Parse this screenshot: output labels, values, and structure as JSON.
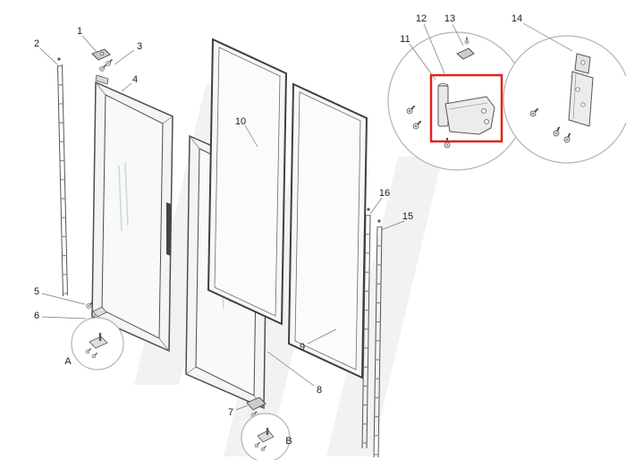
{
  "diagram": {
    "callouts": {
      "p1": "1",
      "p2": "2",
      "p3": "3",
      "p4": "4",
      "p5": "5",
      "p6": "6",
      "p7": "7",
      "p8": "8",
      "p9": "9",
      "p10": "10",
      "p11": "11",
      "p12": "12",
      "p13": "13",
      "p14": "14",
      "p15": "15",
      "p16": "16"
    },
    "detail_labels": {
      "a": "A",
      "b": "B"
    },
    "colors": {
      "highlight": "#e32219",
      "line": "#4d4d4d",
      "detail_circle": "#b3b3b3",
      "watermark": "#f2f2f2",
      "glass": "#f6f8f8"
    }
  }
}
